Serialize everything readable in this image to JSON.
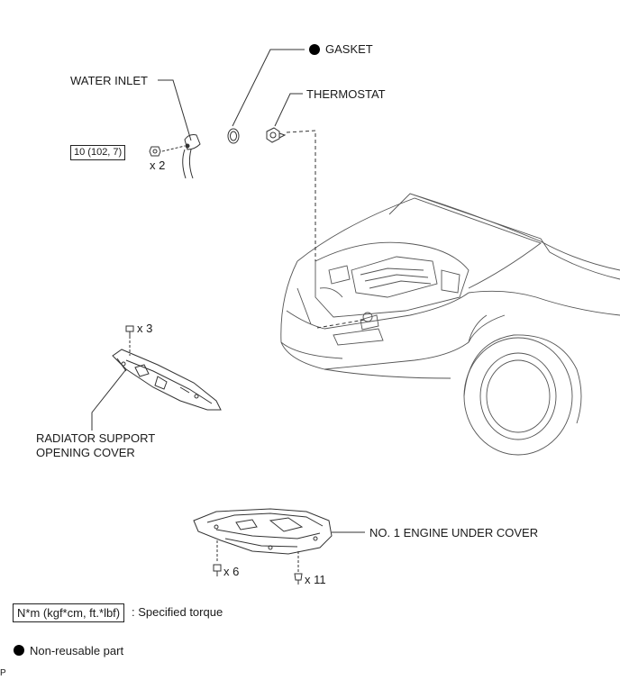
{
  "labels": {
    "gasket": "GASKET",
    "water_inlet": "WATER INLET",
    "thermostat": "THERMOSTAT",
    "radiator_cover_line1": "RADIATOR SUPPORT",
    "radiator_cover_line2": "OPENING COVER",
    "engine_under_cover": "NO. 1 ENGINE UNDER COVER"
  },
  "torque": {
    "water_inlet_bolt": "10 (102, 7)"
  },
  "quantities": {
    "water_inlet_bolts": "x 2",
    "radiator_cover_clips": "x 3",
    "under_cover_bolts": "x 6",
    "under_cover_clips": "x 11"
  },
  "legend": {
    "torque_units": "N*m (kgf*cm, ft.*lbf)",
    "torque_desc": ": Specified torque",
    "non_reusable": "Non-reusable part",
    "corner_mark": "P"
  }
}
